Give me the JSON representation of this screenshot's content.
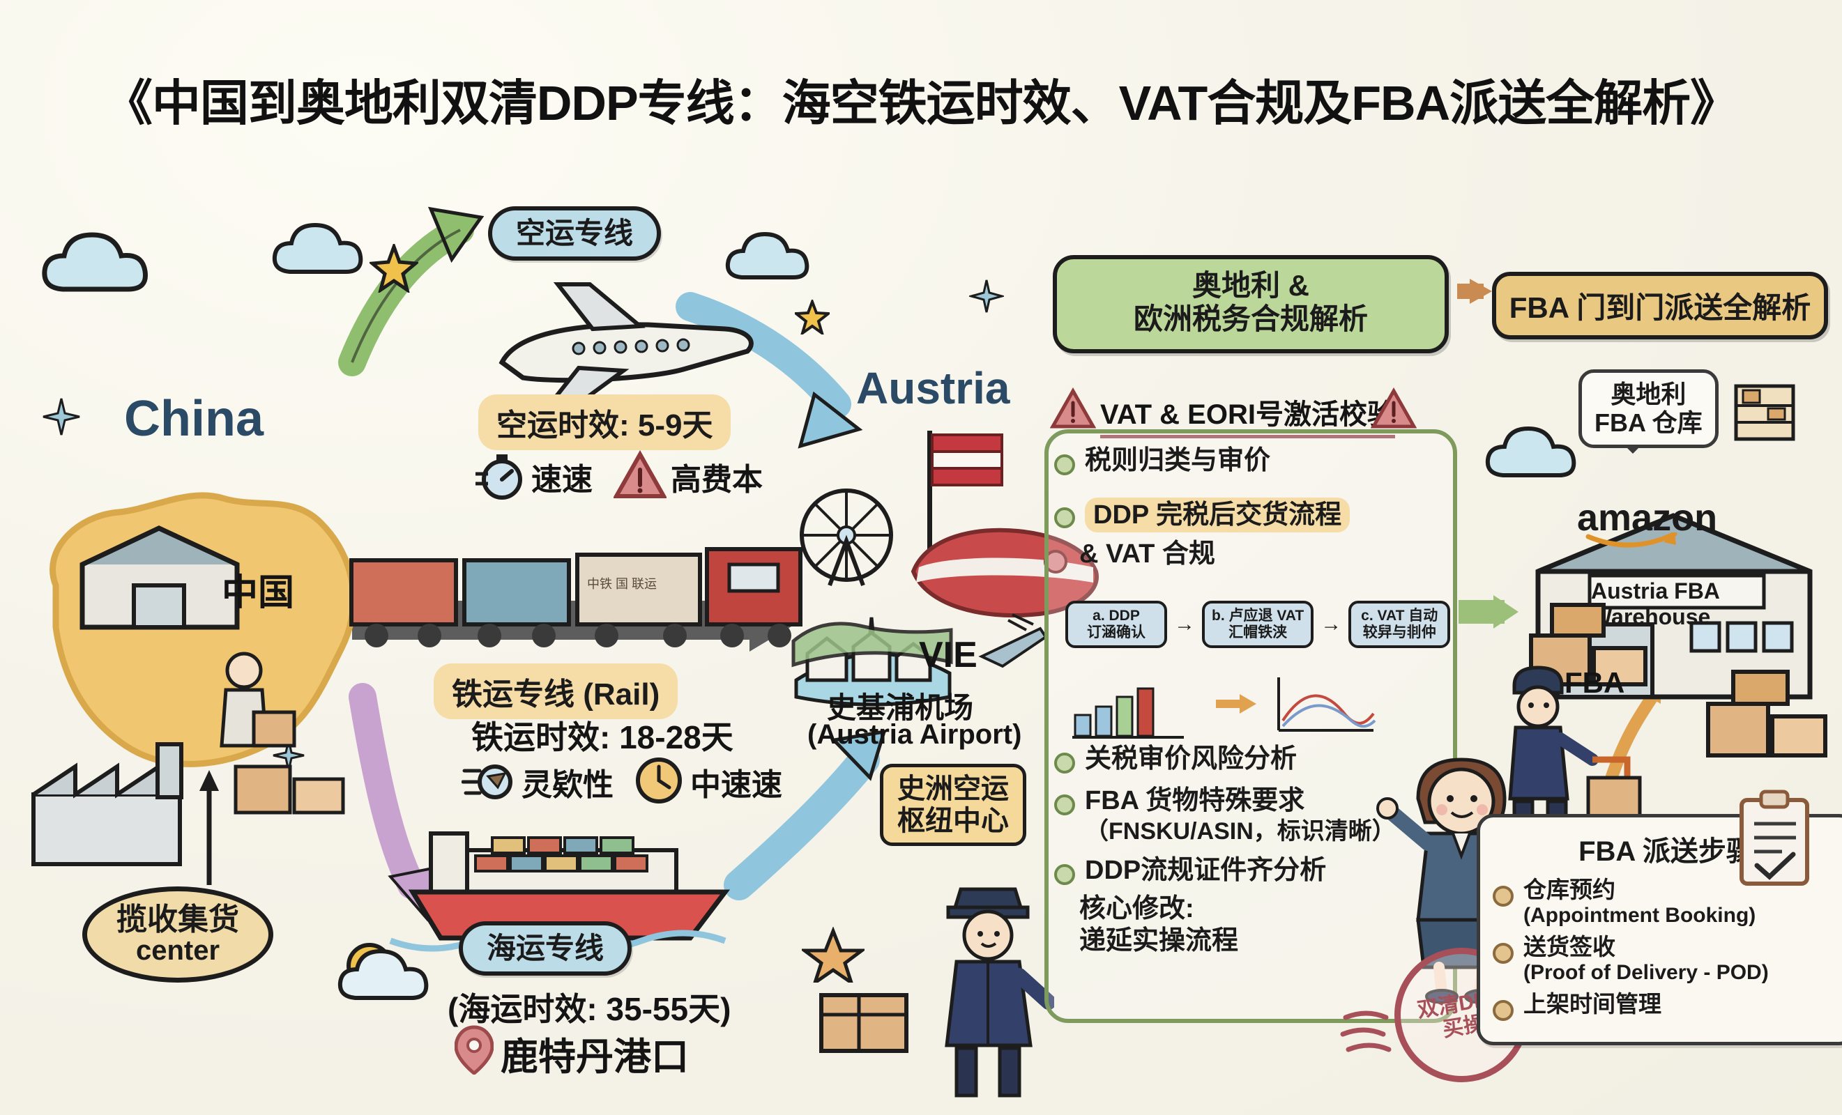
{
  "title": "《中国到奥地利双清DDP专线：海空铁运时效、VAT合规及FBA派送全解析》",
  "left": {
    "china_label": "China",
    "china_cn": "中国",
    "pickup_badge_cn": "揽收集货",
    "pickup_badge_en": "center"
  },
  "air": {
    "badge": "空运专线",
    "time": "空运时效: 5-9天",
    "tag_speed": "速速",
    "tag_cost": "高费本",
    "icon_timer": "stopwatch-icon",
    "icon_warning": "warning-triangle-icon"
  },
  "rail": {
    "badge": "铁运专线 (Rail)",
    "time": "铁运时效: 18-28天",
    "tag_flex": "灵欵性",
    "tag_speed": "中速速",
    "icon_flex": "flexible-icon",
    "icon_clock": "clock-icon",
    "wagon_text": "中铁 国 联运"
  },
  "sea": {
    "badge": "海运专线",
    "time": "(海运时效: 35-55天)",
    "port": "鹿特丹港口",
    "icon_pin": "map-pin-icon"
  },
  "austria": {
    "name": "Austria",
    "airport_code": "VIE",
    "airport_cn": "史基浦机场",
    "airport_en": "(Austria Airport)",
    "hub_badge_l1": "史洲空运",
    "hub_badge_l2": "枢纽中心",
    "icon_flag": "austria-flag-icon",
    "icon_plane": "airplane-icon",
    "icon_ferris": "ferris-wheel-icon",
    "icon_pin": "map-pin-icon"
  },
  "green_panel": {
    "header_l1": "奥地利 &",
    "header_l2": "欧洲税务合规解析",
    "alert_title": "VAT & EORI号激活校验",
    "alert_icon": "warning-triangle-icon",
    "bullets": [
      "税则归类与审价"
    ],
    "ddp_highlight": "DDP 完税后交货流程",
    "ddp_line2": "& VAT 合规",
    "process": [
      {
        "label": "a. DDP",
        "label2": "订涵确认"
      },
      {
        "label": "b. 卢应退 VAT",
        "label2": "汇帽铁浃"
      },
      {
        "label": "c. VAT 自动",
        "label2": "较舁与剕仲"
      }
    ],
    "process_arrow": "→",
    "bullets2": [
      "关税审价风险分析",
      "FBA 货物特殊要求",
      "（FNSKU/ASIN，标识清晰）",
      "DDP流规证件齐分析"
    ],
    "core_title": "核心修改:",
    "core_line": "递延实操流程",
    "chart_icon": "bar-chart-icon",
    "curve_icon": "line-chart-icon",
    "presenter_icon": "presenter-person-icon"
  },
  "right": {
    "fba_header": "FBA 门到门派送全解析",
    "warehouse_bubble_l1": "奥地利",
    "warehouse_bubble_l2": "FBA 仓库",
    "warehouse_bubble_icon": "shelf-icon",
    "amazon_logo": "amazon",
    "warehouse_sign": "Austria FBA Warehouse",
    "fba_worker_tag": "FBA",
    "steps_title": "FBA 派送步骤",
    "steps": [
      {
        "cn": "仓库预约",
        "en": "(Appointment Booking)"
      },
      {
        "cn": "送货签收",
        "en": "(Proof of Delivery - POD)"
      },
      {
        "cn": "上架时间管理",
        "en": ""
      }
    ],
    "clipboard_icon": "clipboard-check-icon"
  },
  "stamp": {
    "l1": "双清DDP",
    "l2": "买操"
  },
  "colors": {
    "bg": "#f7f5ec",
    "green_panel": "#7e9a5c",
    "green_header": "#bcd79a",
    "tan": "#f3d9a0",
    "blue_pill": "#bcdce8",
    "accent_red": "#b1434a",
    "austria_blue": "#2b4a66",
    "arrow_green": "#9cc07a",
    "arrow_blue": "#8fc6dd",
    "arrow_purple": "#c9a3cf",
    "arrow_gray": "#5d5d5d"
  }
}
